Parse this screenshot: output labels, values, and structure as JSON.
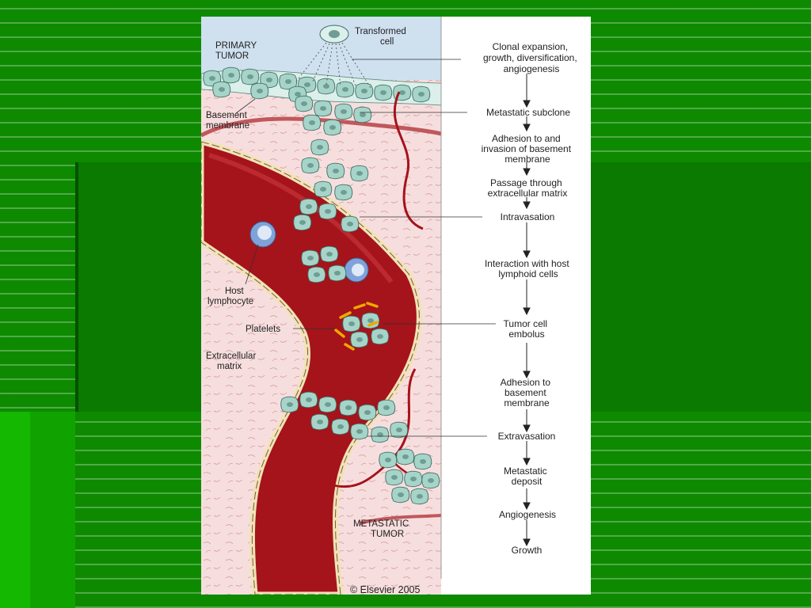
{
  "labels": {
    "primary_tumor": [
      "PRIMARY",
      "TUMOR"
    ],
    "transformed_cell": [
      "Transformed",
      "cell"
    ],
    "basement_membrane": [
      "Basement",
      "membrane"
    ],
    "host_lymphocyte": [
      "Host",
      "lymphocyte"
    ],
    "platelets": "Platelets",
    "extracellular_matrix": [
      "Extracellular",
      "matrix"
    ],
    "metastatic_tumor": [
      "METASTATIC",
      "TUMOR"
    ]
  },
  "steps": [
    {
      "lines": [
        "Clonal expansion,",
        "growth, diversification,",
        "angiogenesis"
      ]
    },
    {
      "lines": [
        "Metastatic subclone"
      ]
    },
    {
      "lines": [
        "Adhesion to and",
        "invasion of basement",
        "membrane"
      ]
    },
    {
      "lines": [
        "Passage through",
        "extracellular matrix"
      ]
    },
    {
      "lines": [
        "Intravasation"
      ]
    },
    {
      "lines": [
        "Interaction with host",
        "lymphoid cells"
      ]
    },
    {
      "lines": [
        "Tumor cell",
        "embolus"
      ]
    },
    {
      "lines": [
        "Adhesion to",
        "basement",
        "membrane"
      ]
    },
    {
      "lines": [
        "Extravasation"
      ]
    },
    {
      "lines": [
        "Metastatic",
        "deposit"
      ]
    },
    {
      "lines": [
        "Angiogenesis"
      ]
    },
    {
      "lines": [
        "Growth"
      ]
    }
  ],
  "copyright": "© Elsevier 2005",
  "colors": {
    "vessel": "#a5131b",
    "tissue": "#f7dede",
    "tumor_cell": "#a7d4c9",
    "sky": "#cfe0ef",
    "platelet": "#f0a800"
  }
}
